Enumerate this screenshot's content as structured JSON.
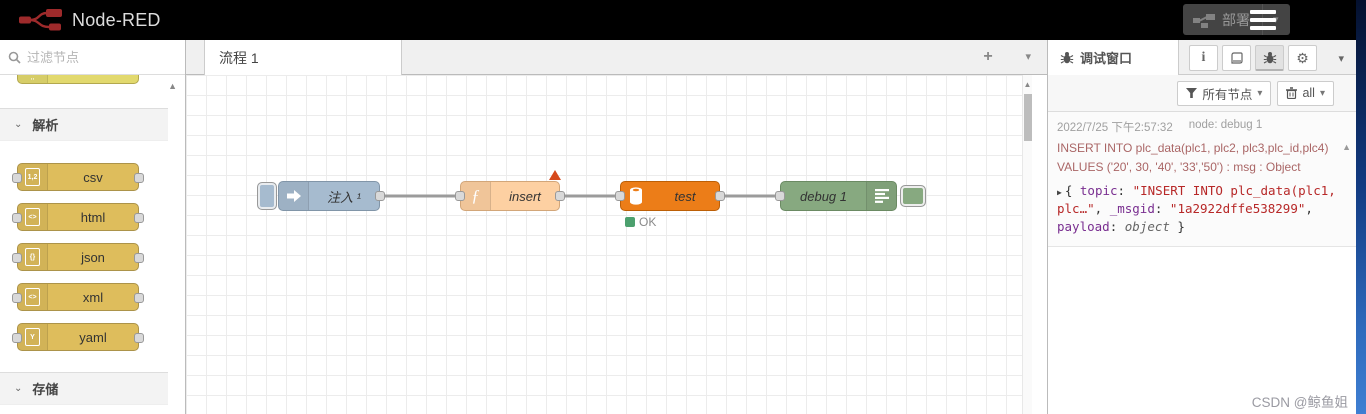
{
  "header": {
    "title": "Node-RED",
    "deploy": {
      "label": "部署"
    }
  },
  "palette": {
    "search_placeholder": "过滤节点",
    "sections": [
      {
        "label": "解析",
        "nodes": [
          {
            "label": "csv",
            "icon_text": "1,2"
          },
          {
            "label": "html",
            "icon_text": "<>"
          },
          {
            "label": "json",
            "icon_text": "{}"
          },
          {
            "label": "xml",
            "icon_text": "<>"
          },
          {
            "label": "yaml",
            "icon_text": "Y"
          }
        ]
      },
      {
        "label": "存储"
      }
    ]
  },
  "workspace": {
    "active_tab": "流程 1"
  },
  "flow": {
    "inject": {
      "label": "注入 ¹"
    },
    "function": {
      "label": "insert"
    },
    "mysql": {
      "label": "test",
      "status": "OK"
    },
    "debug": {
      "label": "debug 1"
    }
  },
  "debug_panel": {
    "tab_label": "调试窗口",
    "filter_button": "所有节点",
    "clear_button": "all",
    "message": {
      "timestamp": "2022/7/25 下午2:57:32",
      "node_ref": "node: debug 1",
      "topic": "INSERT INTO plc_data(plc1, plc2, plc3,plc_id,plc4) VALUES ('20', 30, '40', '33','50') : msg : Object",
      "payload": {
        "open_brace": "{ ",
        "key_topic": "topic",
        "colon": ": ",
        "val_topic": "\"INSERT INTO plc_data(plc1, plc…\"",
        "comma": ", ",
        "key_msgid": "_msgid",
        "val_msgid": "\"1a2922dffe538299\"",
        "key_payload": "payload",
        "val_payload": "object",
        "close_brace": " }"
      }
    }
  },
  "watermark": "CSDN @鲸鱼姐",
  "icons": {
    "caret_down": "▾",
    "scroll_up": "▲",
    "expander": "▶",
    "plus": "+",
    "gear": "⚙",
    "info": "i",
    "chevron_open": "⌄",
    "function_glyph": "ƒ"
  },
  "colors": {
    "inject_node": "#a6bbcf",
    "function_node": "#fdd0a2",
    "mysql_node": "#ec7d18",
    "debug_node": "#87a980",
    "parser_node": "#debd5c",
    "sequence_node": "#e2d96e",
    "status_ok": "#4ca06e",
    "topic_text": "#aa6666",
    "json_key": "#792e90",
    "json_string": "#b72828",
    "changed_marker": "#d6491b"
  }
}
